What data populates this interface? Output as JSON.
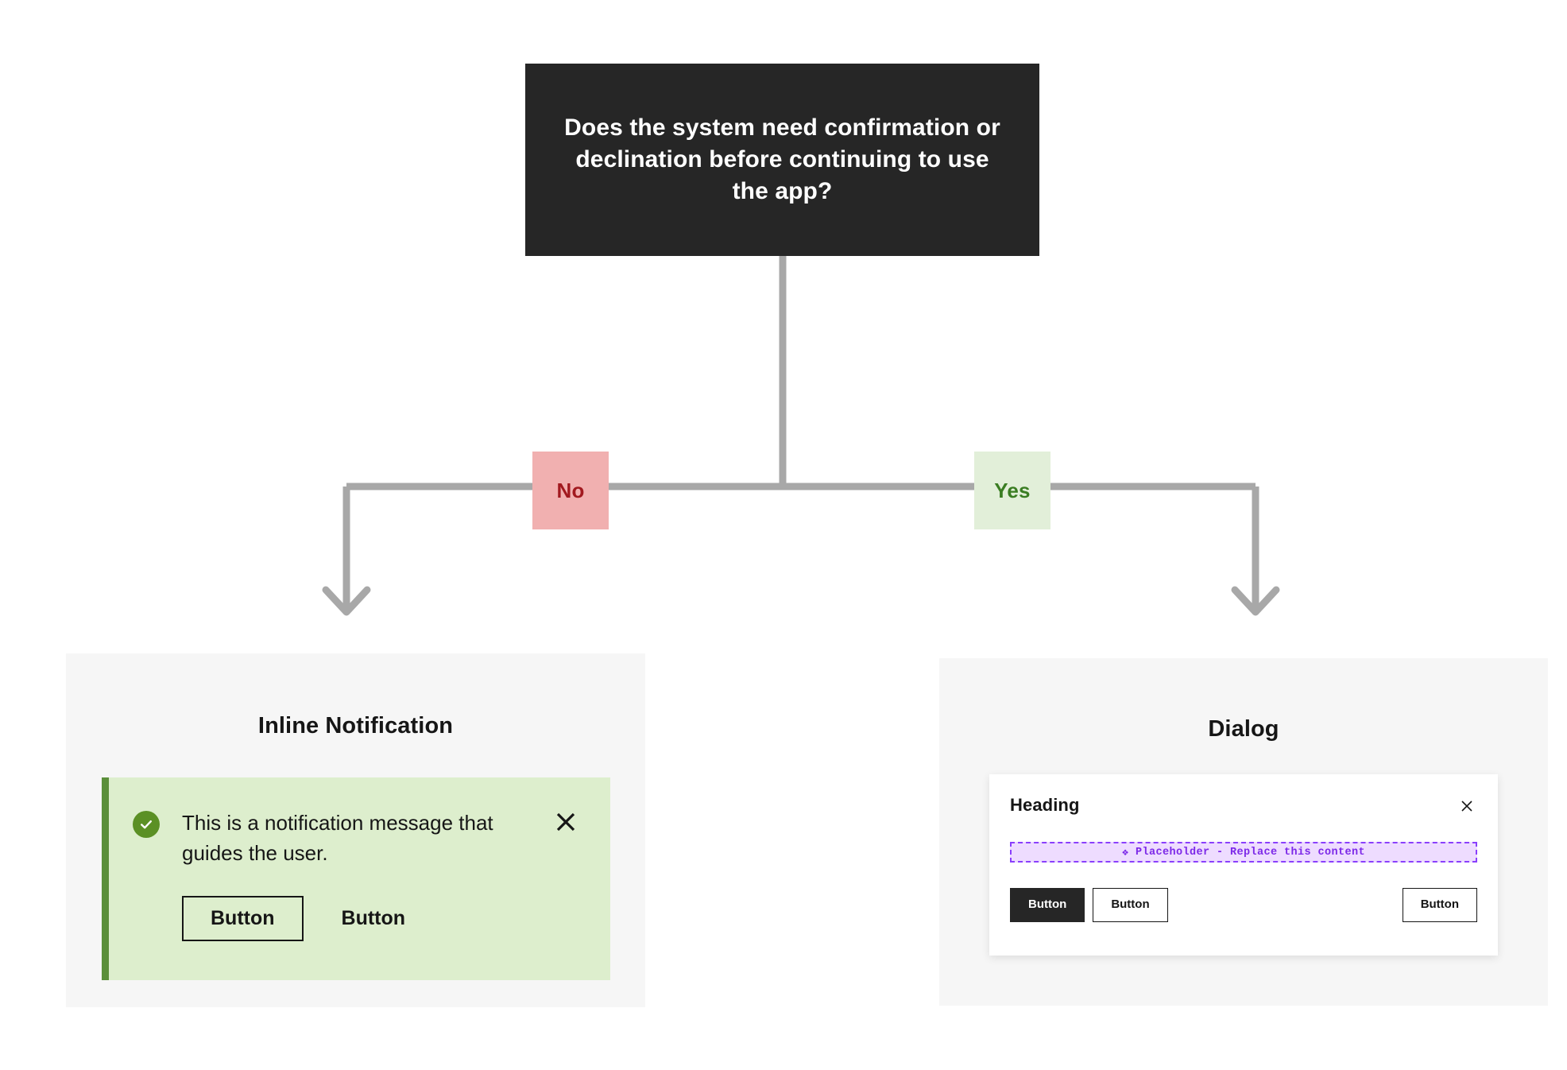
{
  "diagram": {
    "question": {
      "text": "Does the system need confirmation or declination before continuing to use the app?",
      "bg_color": "#262626",
      "text_color": "#ffffff"
    },
    "branches": [
      {
        "label": "No",
        "bg_color": "#f1b0b0",
        "text_color": "#a2191f"
      },
      {
        "label": "Yes",
        "bg_color": "#e2efd9",
        "text_color": "#3a7d22"
      }
    ],
    "connector_color": "#a8a8a8"
  },
  "outcome_left": {
    "title": "Inline Notification",
    "panel_bg": "#f6f6f6",
    "notification": {
      "bg_color": "#ddeecd",
      "accent_color": "#5b9025",
      "status_icon": "success-check-icon",
      "message": "This is a notification message that guides the user.",
      "close_icon": "close-icon",
      "buttons": [
        {
          "label": "Button",
          "style": "outline"
        },
        {
          "label": "Button",
          "style": "ghost"
        }
      ]
    }
  },
  "outcome_right": {
    "title": "Dialog",
    "panel_bg": "#f6f6f6",
    "dialog": {
      "heading": "Heading",
      "close_icon": "close-icon",
      "placeholder": {
        "icon": "diamond-placeholder-icon",
        "glyph": "❖",
        "text": "Placeholder -  Replace this content",
        "bg_color": "#eedcff",
        "border_color": "#8a3ffc",
        "text_color": "#7c28e8"
      },
      "buttons": [
        {
          "label": "Button",
          "style": "primary-dark"
        },
        {
          "label": "Button",
          "style": "outline"
        },
        {
          "label": "Button",
          "style": "outline"
        }
      ]
    }
  }
}
